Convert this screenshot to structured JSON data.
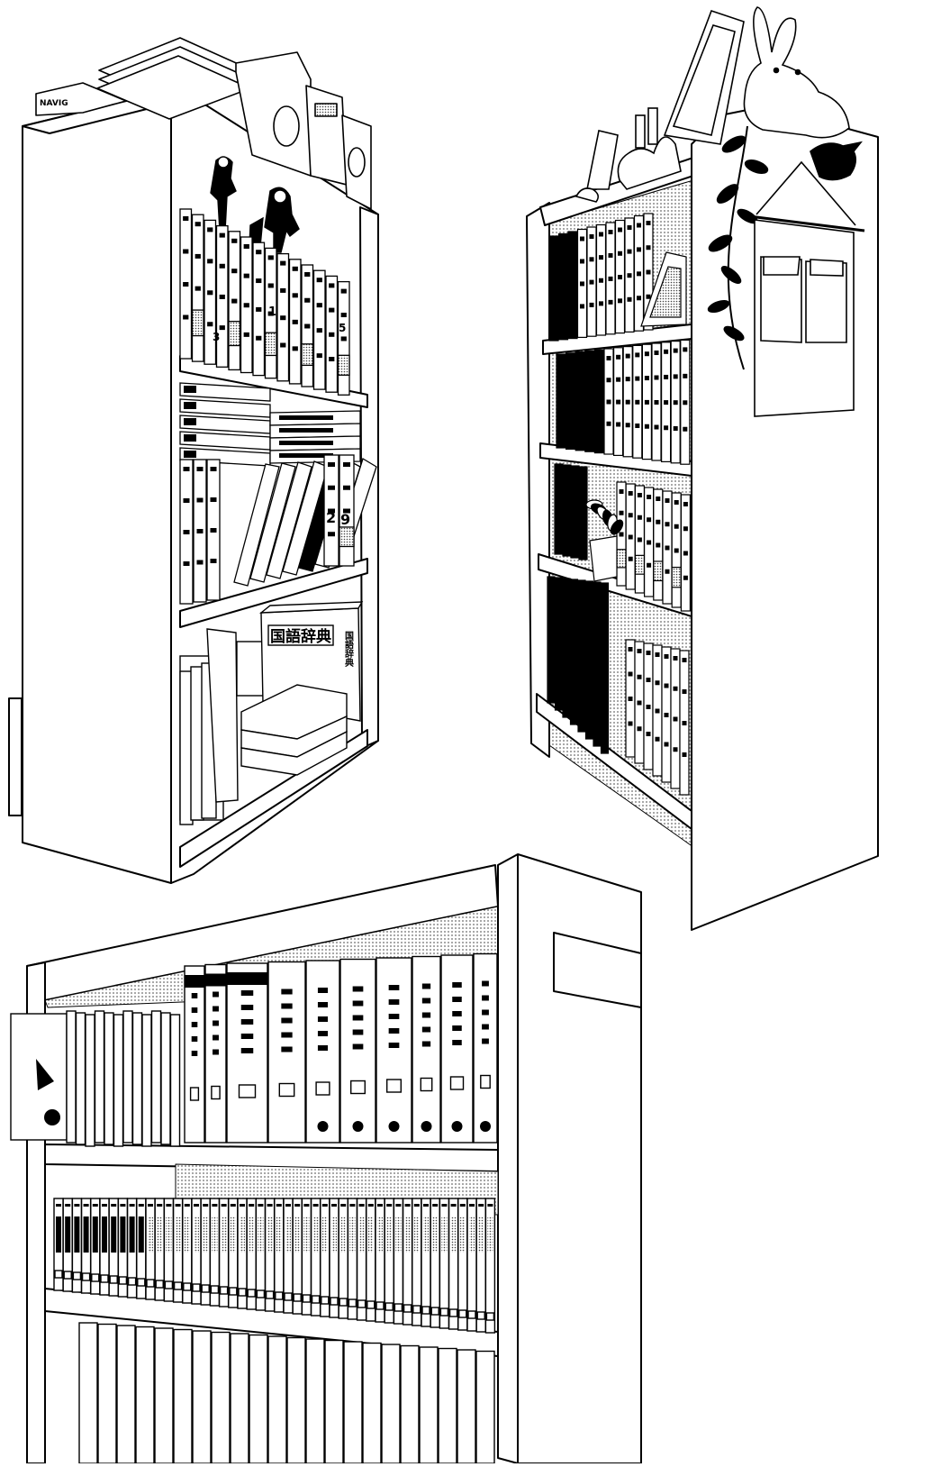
{
  "scene": {
    "kind": "manga-background-lineart",
    "palette": {
      "ink": "#000000",
      "paper": "#ffffff",
      "screentone": "#bdbdbd"
    }
  },
  "labels": {
    "dictionary_title": "国語辞典",
    "dictionary_spine": "国語辞典",
    "magazine_masthead": "NAVIG",
    "volume_one": "1",
    "volume_two": "2",
    "volume_three": "3",
    "volume_five": "5",
    "volume_nine": "9"
  },
  "icons": [
    "rabbit-figurine-icon",
    "bird-silhouette-icon",
    "leaf-vine-icon",
    "speaker-icon",
    "photo-frame-icon",
    "action-figure-icon"
  ]
}
